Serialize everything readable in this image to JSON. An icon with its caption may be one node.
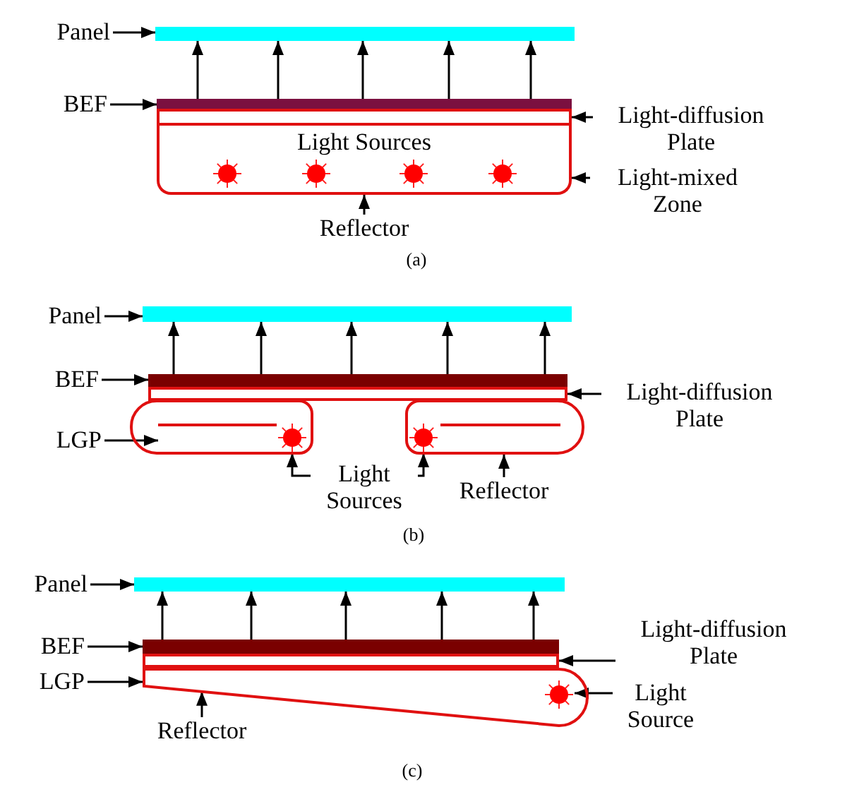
{
  "diagram": {
    "nodes": [
      {
        "text": [
          "Panel"
        ]
      },
      {
        "text": [],
        "shape": "bar"
      },
      {
        "text": [
          "BEF"
        ]
      },
      {
        "text": [],
        "shape": "bar"
      },
      {
        "text": [],
        "shape": "box"
      },
      {
        "text": [
          "Light-diffusion Plate"
        ]
      },
      {
        "text": [
          "Light Sources"
        ]
      },
      {
        "text": [
          "Light-mixed Zone"
        ]
      },
      {
        "text": [
          "Reflector"
        ]
      },
      {
        "text": [
          "Panel"
        ]
      },
      {
        "text": [],
        "shape": "bar"
      },
      {
        "text": [
          "BEF"
        ]
      },
      {
        "text": [],
        "shape": "bar"
      },
      {
        "text": [],
        "shape": "box"
      },
      {
        "text": [
          "Light-diffusion Plate"
        ]
      },
      {
        "text": [
          "LGP"
        ]
      },
      {
        "text": [],
        "shape": "box"
      },
      {
        "text": [],
        "shape": "box",
        "in": 16
      },
      {
        "text": [],
        "shape": "circle",
        "in": 16
      },
      {
        "text": [],
        "shape": "box"
      },
      {
        "text": [],
        "shape": "box",
        "in": 19
      },
      {
        "text": [],
        "shape": "circle",
        "in": 19
      },
      {
        "text": [
          "Light Sources"
        ]
      },
      {
        "text": [
          "Reflector"
        ]
      },
      {
        "text": [
          "Panel"
        ]
      },
      {
        "text": [],
        "shape": "bar"
      },
      {
        "text": [
          "BEF"
        ]
      },
      {
        "text": [],
        "shape": "bar"
      },
      {
        "text": [],
        "shape": "box"
      },
      {
        "text": [
          "Light-diffusion Plate"
        ]
      },
      {
        "text": [
          "LGP"
        ]
      },
      {
        "text": [],
        "shape": "box"
      },
      {
        "text": [],
        "shape": "circle",
        "in": 31
      },
      {
        "text": [
          "Light Source"
        ]
      },
      {
        "text": [
          "Reflector"
        ]
      }
    ],
    "edges": [
      {
        "from": 0,
        "to": 1,
        "arrow": "to"
      },
      {
        "from": 2,
        "to": 3,
        "arrow": "to"
      },
      {
        "from": 5,
        "to": 4,
        "arrow": "to"
      },
      {
        "from": 7,
        "to": 6,
        "arrow": "to"
      },
      {
        "from": 8,
        "to": 6,
        "arrow": "to"
      },
      {
        "from": 9,
        "to": 10,
        "arrow": "to"
      },
      {
        "from": 11,
        "to": 12,
        "arrow": "to"
      },
      {
        "from": 14,
        "to": 13,
        "arrow": "to"
      },
      {
        "from": 15,
        "to": 17,
        "arrow": "to"
      },
      {
        "from": 22,
        "to": 18,
        "arrow": "to"
      },
      {
        "from": 22,
        "to": 21,
        "arrow": "to"
      },
      {
        "from": 23,
        "to": 19,
        "arrow": "to"
      },
      {
        "from": 24,
        "to": 25,
        "arrow": "to"
      },
      {
        "from": 26,
        "to": 27,
        "arrow": "to"
      },
      {
        "from": 29,
        "to": 28,
        "arrow": "to"
      },
      {
        "from": 30,
        "to": 31,
        "arrow": "to"
      },
      {
        "from": 33,
        "to": 32,
        "arrow": "to"
      },
      {
        "from": 34,
        "to": 31,
        "arrow": "to"
      },
      {
        "from": 3,
        "to": 1,
        "arrow": "to"
      },
      {
        "from": 3,
        "to": 1,
        "arrow": "to"
      },
      {
        "from": 3,
        "to": 1,
        "arrow": "to"
      },
      {
        "from": 3,
        "to": 1,
        "arrow": "to"
      },
      {
        "from": 3,
        "to": 1,
        "arrow": "to"
      },
      {
        "from": 12,
        "to": 10,
        "arrow": "to"
      },
      {
        "from": 12,
        "to": 10,
        "arrow": "to"
      },
      {
        "from": 12,
        "to": 10,
        "arrow": "to"
      },
      {
        "from": 12,
        "to": 10,
        "arrow": "to"
      },
      {
        "from": 12,
        "to": 10,
        "arrow": "to"
      },
      {
        "from": 27,
        "to": 25,
        "arrow": "to"
      },
      {
        "from": 27,
        "to": 25,
        "arrow": "to"
      },
      {
        "from": 27,
        "to": 25,
        "arrow": "to"
      },
      {
        "from": 27,
        "to": 25,
        "arrow": "to"
      },
      {
        "from": 27,
        "to": 25,
        "arrow": "to"
      }
    ],
    "labels": [
      "(a)",
      "(b)",
      "(c)"
    ]
  }
}
